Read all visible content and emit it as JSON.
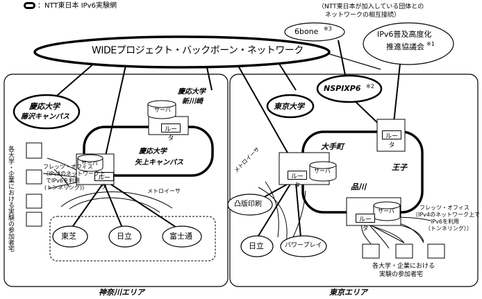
{
  "legend": {
    "text": "：NTT東日本 IPv6実験網"
  },
  "note": {
    "line1": "（NTT東日本が加入している団体との",
    "line2": "ネットワークの相互接続）"
  },
  "nodes": {
    "wide": "WIDEプロジェクト・バックボーン・ネットワーク",
    "sixbone": "6bone",
    "sixbone_note": "※3",
    "ipv6_council_line1": "IPv6普及高度化",
    "ipv6_council_line2": "推進協議会",
    "ipv6_council_note": "※1",
    "nspixp6": "NSPIXP6",
    "nspixp6_note": "※2",
    "tokyo_univ": "東京大学",
    "keio_sfc_line1": "慶応大学",
    "keio_sfc_line2": "藤沢キャンパス",
    "keio_shinkawasaki_line1": "慶応大学",
    "keio_shinkawasaki_line2": "新川崎",
    "keio_yagami_line1": "慶応大学",
    "keio_yagami_line2": "矢上キャンパス",
    "otemachi": "大手町",
    "oji": "王子",
    "shinagawa": "品川",
    "toshiba": "東芝",
    "hitachi_k": "日立",
    "fujitsu": "富士通",
    "toppan": "凸版印刷",
    "hitachi_t": "日立",
    "powerplay": "パワープレイ"
  },
  "labels": {
    "server": "サーバ",
    "router": "ルータ",
    "metro_k": "メトロイーサ",
    "metro_t": "メトロイーサ",
    "flets_k_line1": "フレッツ・オフィス",
    "flets_k_line2": "（IPv4のネットワーク上",
    "flets_k_line3": "でIPv6を利用",
    "flets_k_line4": "(トンネリング))",
    "flets_t_line1": "フレッツ・オフィス",
    "flets_t_line2": "（IPv4のネットワーク上で",
    "flets_t_line3": "IPv6を利用",
    "flets_t_line4": "（トンネリング））",
    "participants_k": "各大学・企業における実験の参加者宅",
    "participants_t_line1": "各大学・企業における",
    "participants_t_line2": "実験の参加者宅"
  },
  "areas": {
    "kanagawa": "神奈川エリア",
    "tokyo": "東京エリア"
  }
}
